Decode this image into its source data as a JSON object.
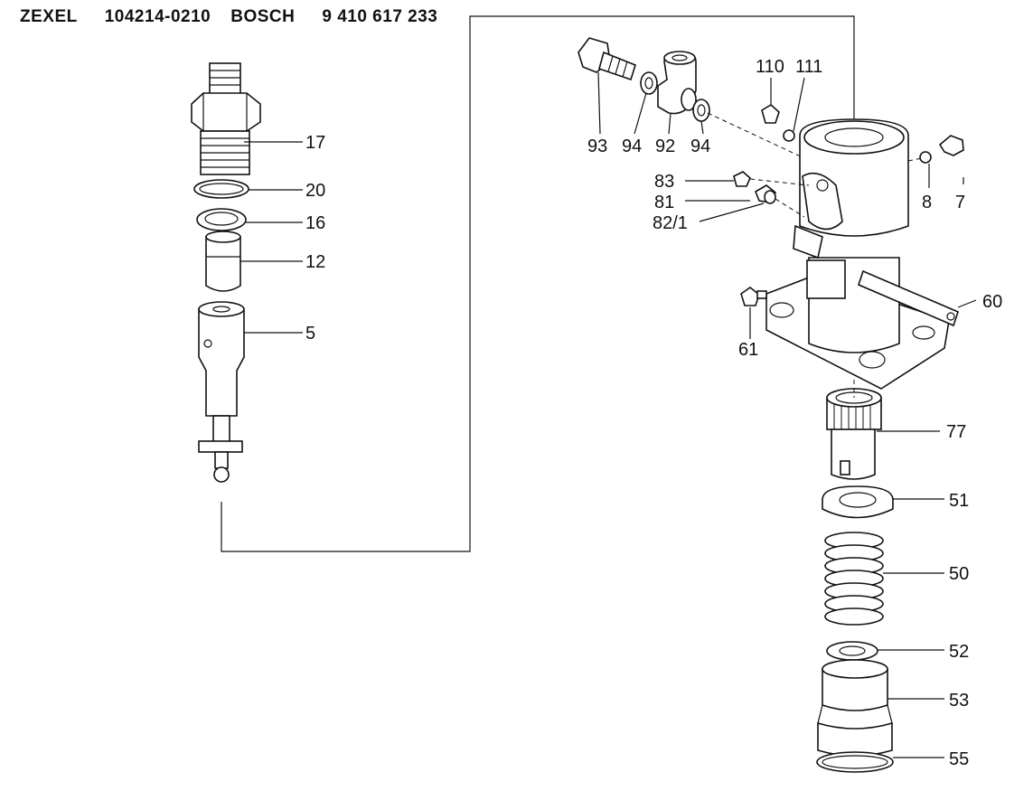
{
  "header": {
    "maker": "ZEXEL",
    "zexel_no": "104214-0210",
    "brand": "BOSCH",
    "bosch_no": "9 410 617 233"
  },
  "callouts": {
    "p17": "17",
    "p20": "20",
    "p16": "16",
    "p12": "12",
    "p5": "5",
    "p93": "93",
    "p94a": "94",
    "p92": "92",
    "p94b": "94",
    "p110": "110",
    "p111": "111",
    "p83": "83",
    "p81": "81",
    "p82_1": "82/1",
    "p8": "8",
    "p7": "7",
    "p60": "60",
    "p61": "61",
    "p77": "77",
    "p51": "51",
    "p50": "50",
    "p52": "52",
    "p53": "53",
    "p55": "55"
  }
}
